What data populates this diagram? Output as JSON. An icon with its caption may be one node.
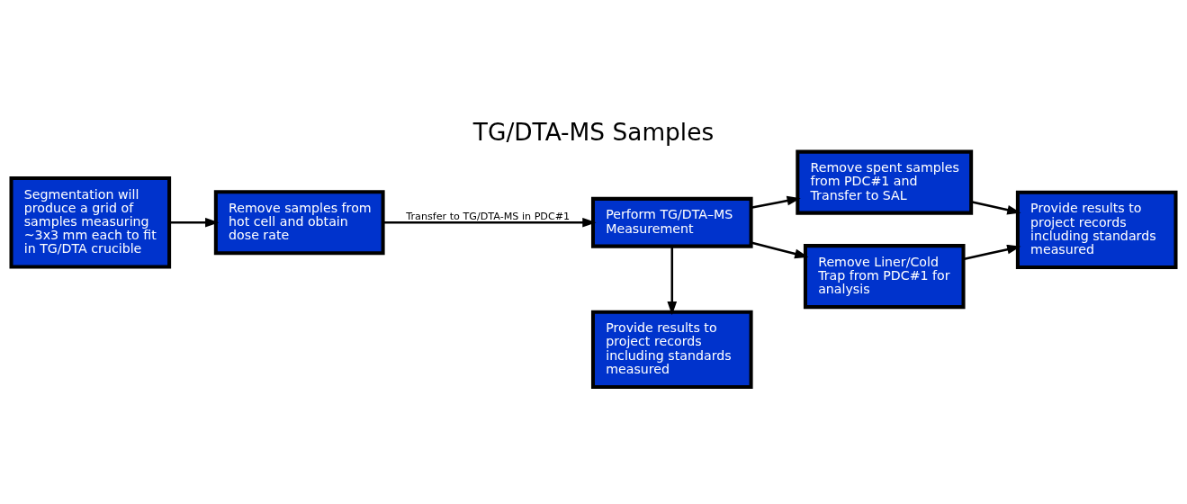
{
  "diagram": {
    "title": "TG/DTA-MS Samples",
    "nodes": [
      {
        "text": [
          "Segmentation will produce a grid of samples measuring ~3x3 mm each to fit in TG/DTA crucible"
        ]
      },
      {
        "text": [
          "Remove samples from hot cell and obtain dose rate"
        ]
      },
      {
        "text": [
          "Perform TG/DTA–MS Measurement"
        ]
      },
      {
        "text": [
          "Provide results to project records including standards measured"
        ]
      },
      {
        "text": [
          "Remove spent samples from PDC#1 and Transfer to SAL"
        ]
      },
      {
        "text": [
          "Remove Liner/Cold Trap from PDC#1 for analysis"
        ]
      },
      {
        "text": [
          "Provide results to project records including standards measured"
        ]
      }
    ],
    "edges": [
      {
        "from": 0,
        "to": 1,
        "arrow": "to"
      },
      {
        "from": 1,
        "to": 2,
        "arrow": "to",
        "label": "Transfer to TG/DTA-MS in PDC#1"
      },
      {
        "from": 2,
        "to": 3,
        "arrow": "to"
      },
      {
        "from": 2,
        "to": 4,
        "arrow": "to"
      },
      {
        "from": 2,
        "to": 5,
        "arrow": "to"
      },
      {
        "from": 4,
        "to": 6,
        "arrow": "to"
      },
      {
        "from": 5,
        "to": 6,
        "arrow": "to"
      }
    ]
  }
}
